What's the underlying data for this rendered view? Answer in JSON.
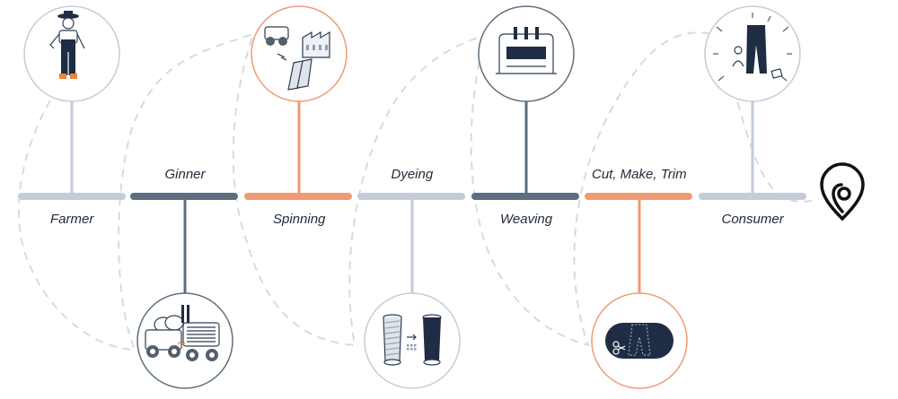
{
  "colors": {
    "light": "#c3ccd8",
    "dark": "#5c6f80",
    "orange": "#ef9a73",
    "dashed": "#d6dbe1",
    "ink": "#2c3e50",
    "navy": "#1f2d44"
  },
  "stages": [
    {
      "key": "farmer",
      "label": "Farmer",
      "color": "light",
      "circle": "above",
      "label_pos": "below"
    },
    {
      "key": "ginner",
      "label": "Ginner",
      "color": "dark",
      "circle": "below",
      "label_pos": "above"
    },
    {
      "key": "spinning",
      "label": "Spinning",
      "color": "orange",
      "circle": "above",
      "label_pos": "below"
    },
    {
      "key": "dyeing",
      "label": "Dyeing",
      "color": "light",
      "circle": "below",
      "label_pos": "above"
    },
    {
      "key": "weaving",
      "label": "Weaving",
      "color": "dark",
      "circle": "above",
      "label_pos": "below"
    },
    {
      "key": "cmt",
      "label": "Cut, Make, Trim",
      "color": "orange",
      "circle": "below",
      "label_pos": "above"
    },
    {
      "key": "consumer",
      "label": "Consumer",
      "color": "light",
      "circle": "above",
      "label_pos": "below"
    }
  ],
  "end_icon": "location-pin-icon"
}
